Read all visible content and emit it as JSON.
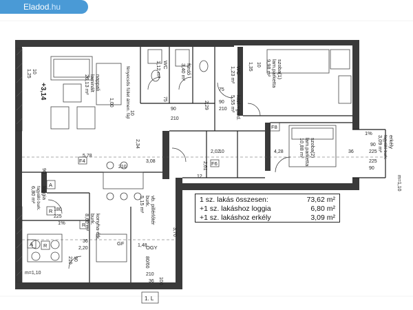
{
  "site": {
    "brand": "Eladod",
    "brand_suffix": ".hu"
  },
  "rooms": {
    "wc": {
      "name": "WC",
      "tiles": "burk.",
      "area": "1,12 m²"
    },
    "bath": {
      "name": "fürdő",
      "tiles": "burk.",
      "area": "3,40 m²"
    },
    "wc2": {
      "name": "WC",
      "tiles": "burk.",
      "area": "1,23 m²"
    },
    "living": {
      "name": "nappali",
      "floor": "laminált",
      "area": "26,13 m²",
      "ceiling": "fényecsős füllet álmen. fájl"
    },
    "level": "+3,14",
    "hall": {
      "name": "közl.+gard.",
      "floor": "laminált",
      "area": "5,55 m²"
    },
    "bedroom1": {
      "name": "szoba(1)",
      "floor": "lam.parketta",
      "area": "9,98 m²"
    },
    "bedroom2": {
      "name": "szoba(2)",
      "floor": "lam.parketta",
      "area": "10,88 m²"
    },
    "balcony": {
      "name": "erkély",
      "tiles": "fagyálló burk.",
      "area": "3,09 m²",
      "slope": "1%"
    },
    "loggia": {
      "name": "loggia",
      "tiles": "fagyálló burk.",
      "area": "6,80 m²",
      "slope": "1%"
    },
    "kitchen": {
      "name": "konyha-étk.",
      "tiles": "burk.",
      "area": "8,60 m²"
    },
    "stair": {
      "name": "vb. pillérlőtér",
      "tiles": "burk.",
      "area": "5,15 m²"
    }
  },
  "dimensions": [
    "1,25",
    "10",
    "1,00",
    "10",
    "2,34",
    "75",
    "90",
    "210",
    "2,29",
    "1,35",
    "10",
    "75",
    "90",
    "210",
    "5,78",
    "90",
    "210",
    "3,08",
    "2,02",
    "10",
    "4,28",
    "36",
    "90",
    "225",
    "2,61",
    "12",
    "180",
    "225",
    "90",
    "210",
    "36",
    "2,20",
    "1,48",
    "3,70",
    "80/60",
    "100",
    "210",
    "36",
    "90",
    "225",
    "m=1,10",
    "m=1,10"
  ],
  "fixture_labels": {
    "f4": "F4",
    "f6": "F6",
    "f8": "F8",
    "a1": "A",
    "a2": "A",
    "r1": "R",
    "r2": "R",
    "r3": "R",
    "gas": "GF",
    "ogy": "OGY"
  },
  "summary": {
    "rows": [
      {
        "label": "1 sz. lakás összesen:",
        "value": "73,62 m²"
      },
      {
        "label": "+1 sz. lakáshoz loggia",
        "value": "6,80 m²"
      },
      {
        "label": "+1 sz. lakáshoz erkély",
        "value": "3,09 m²"
      }
    ]
  },
  "footer": {
    "level_tag": "1. L"
  },
  "colors": {
    "badge": "#4a9ad6",
    "wall": "#3a3a3a",
    "line": "#1a1a1a"
  }
}
